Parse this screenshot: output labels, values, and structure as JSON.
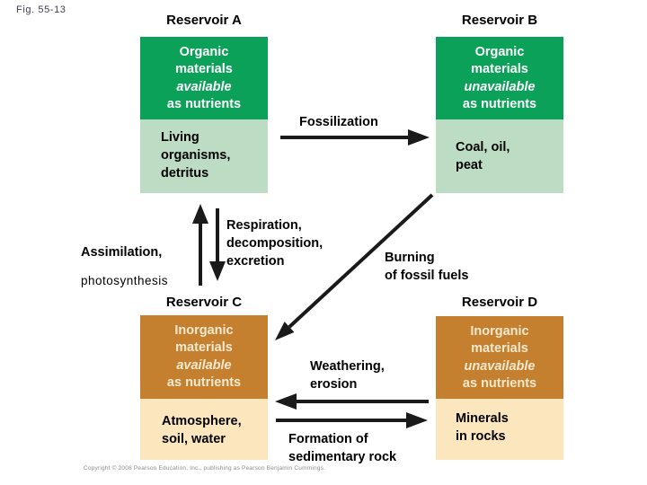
{
  "figure": {
    "label": "Fig. 55-13"
  },
  "reservoirs": {
    "a": {
      "title": "Reservoir A",
      "desc_top": "Organic\nmaterials",
      "desc_italic": "available",
      "desc_bottom": "as nutrients",
      "examples": "Living\norganisms,\ndetritus"
    },
    "b": {
      "title": "Reservoir B",
      "desc_top": "Organic\nmaterials",
      "desc_italic": "unavailable",
      "desc_bottom": "as nutrients",
      "examples": "Coal, oil,\npeat"
    },
    "c": {
      "title": "Reservoir C",
      "desc_top": "Inorganic\nmaterials",
      "desc_italic": "available",
      "desc_bottom": "as nutrients",
      "examples": "Atmosphere,\nsoil, water"
    },
    "d": {
      "title": "Reservoir D",
      "desc_top": "Inorganic\nmaterials",
      "desc_italic": "unavailable",
      "desc_bottom": "as nutrients",
      "examples": "Minerals\nin rocks"
    }
  },
  "processes": {
    "fossilization": "Fossilization",
    "assimilation_line1": "Assimilation,",
    "assimilation_line2": "photosynthesis",
    "respiration": "Respiration,\ndecomposition,\nexcretion",
    "burning": "Burning\nof fossil fuels",
    "weathering": "Weathering,\nerosion",
    "formation": "Formation of\nsedimentary rock"
  },
  "footer": {
    "copyright": "Copyright © 2008 Pearson Education, Inc., publishing as Pearson Benjamin Cummings."
  },
  "colors": {
    "dark_green": "#0ba159",
    "light_green": "#bcdcc3",
    "dark_orange": "#c5802f",
    "light_tan": "#fbe6be",
    "box_text_light": "#ffffff",
    "box_text_cream": "#f2e9cf",
    "arrow": "#1a1a1a",
    "fig_label": "#3e3e4e"
  }
}
